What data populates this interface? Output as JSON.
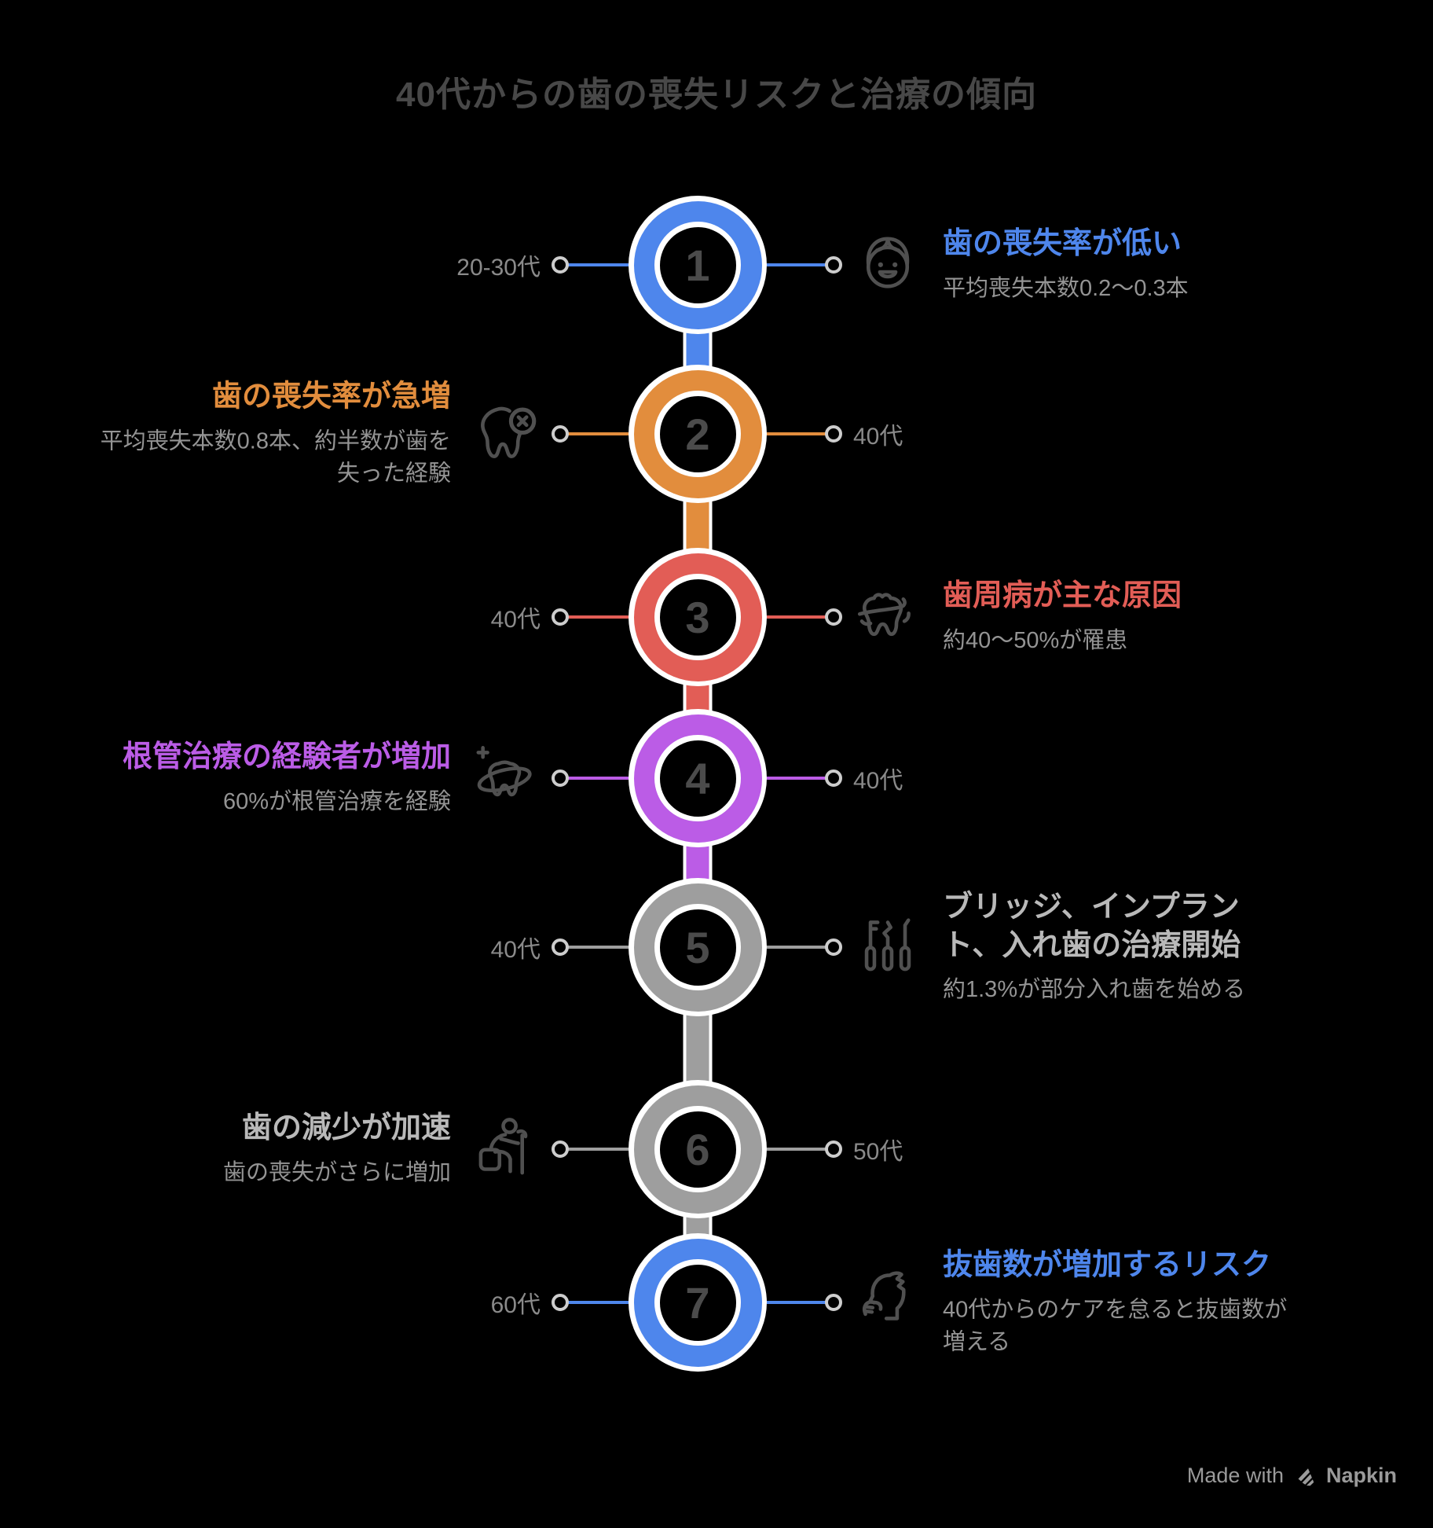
{
  "title": "40代からの歯の喪失リスクと治療の傾向",
  "background_color": "#000000",
  "footer": {
    "made_with": "Made with",
    "brand": "Napkin"
  },
  "nodes": [
    {
      "num": "1",
      "side": "right",
      "color": "#4e86ec",
      "title_color": "#4e86ec",
      "age_label": "20-30代",
      "title": "歯の喪失率が低い",
      "subtitle": "平均喪失本数0.2〜0.3本",
      "icon": "child-face-icon"
    },
    {
      "num": "2",
      "side": "left",
      "color": "#e28d3d",
      "title_color": "#e28d3d",
      "age_label": "40代",
      "title": "歯の喪失率が急増",
      "subtitle": "平均喪失本数0.8本、約半数が歯を失った経験",
      "icon": "tooth-missing-icon"
    },
    {
      "num": "3",
      "side": "right",
      "color": "#e25d56",
      "title_color": "#e25d56",
      "age_label": "40代",
      "title": "歯周病が主な原因",
      "subtitle": "約40〜50%が罹患",
      "icon": "gum-disease-icon"
    },
    {
      "num": "4",
      "side": "left",
      "color": "#bb5ce6",
      "title_color": "#bb5ce6",
      "age_label": "40代",
      "title": "根管治療の経験者が増加",
      "subtitle": "60%が根管治療を経験",
      "icon": "root-canal-tooth-icon"
    },
    {
      "num": "5",
      "side": "right",
      "color": "#9e9e9e",
      "title_color": "#b9b9b9",
      "age_label": "40代",
      "title": "ブリッジ、インプラント、入れ歯の治療開始",
      "subtitle": "約1.3%が部分入れ歯を始める",
      "icon": "dental-tools-icon"
    },
    {
      "num": "6",
      "side": "left",
      "color": "#9e9e9e",
      "title_color": "#b9b9b9",
      "age_label": "50代",
      "title": "歯の減少が加速",
      "subtitle": "歯の喪失がさらに増加",
      "icon": "elderly-person-icon"
    },
    {
      "num": "7",
      "side": "right",
      "color": "#4e86ec",
      "title_color": "#4e86ec",
      "age_label": "60代",
      "title": "抜歯数が増加するリスク",
      "subtitle": "40代からのケアを怠ると抜歯数が増える",
      "icon": "worried-head-icon"
    }
  ]
}
